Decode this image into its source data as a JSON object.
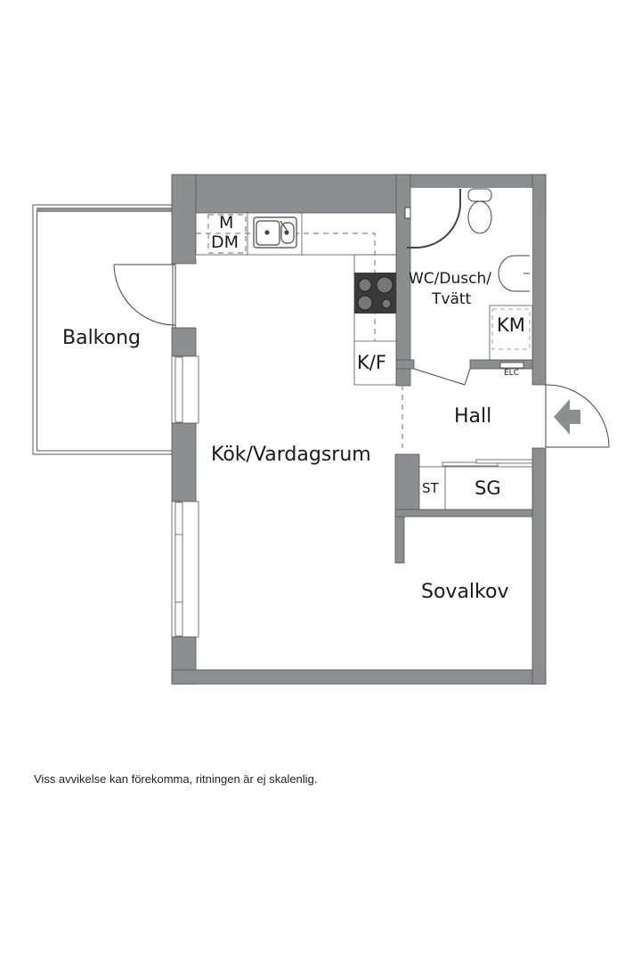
{
  "floorplan": {
    "wall_color": "#8c8e8f",
    "rooms": {
      "balcony": "Balkong",
      "kitchen_living": "Kök/Vardagsrum",
      "bathroom_line1": "WC/Dusch/",
      "bathroom_line2": "Tvätt",
      "hall": "Hall",
      "bedroom_alcove": "Sovalkov"
    },
    "fixtures": {
      "microwave": "M",
      "dishwasher": "DM",
      "fridge_freezer": "K/F",
      "washing_machine": "KM",
      "electrical_cabinet": "ELC",
      "cleaning_closet": "ST",
      "wardrobe": "SG"
    },
    "icons": {
      "entrance": "entrance-arrow-icon"
    }
  },
  "footer": {
    "disclaimer": "Viss avvikelse kan förekomma, ritningen är ej skalenlig."
  }
}
